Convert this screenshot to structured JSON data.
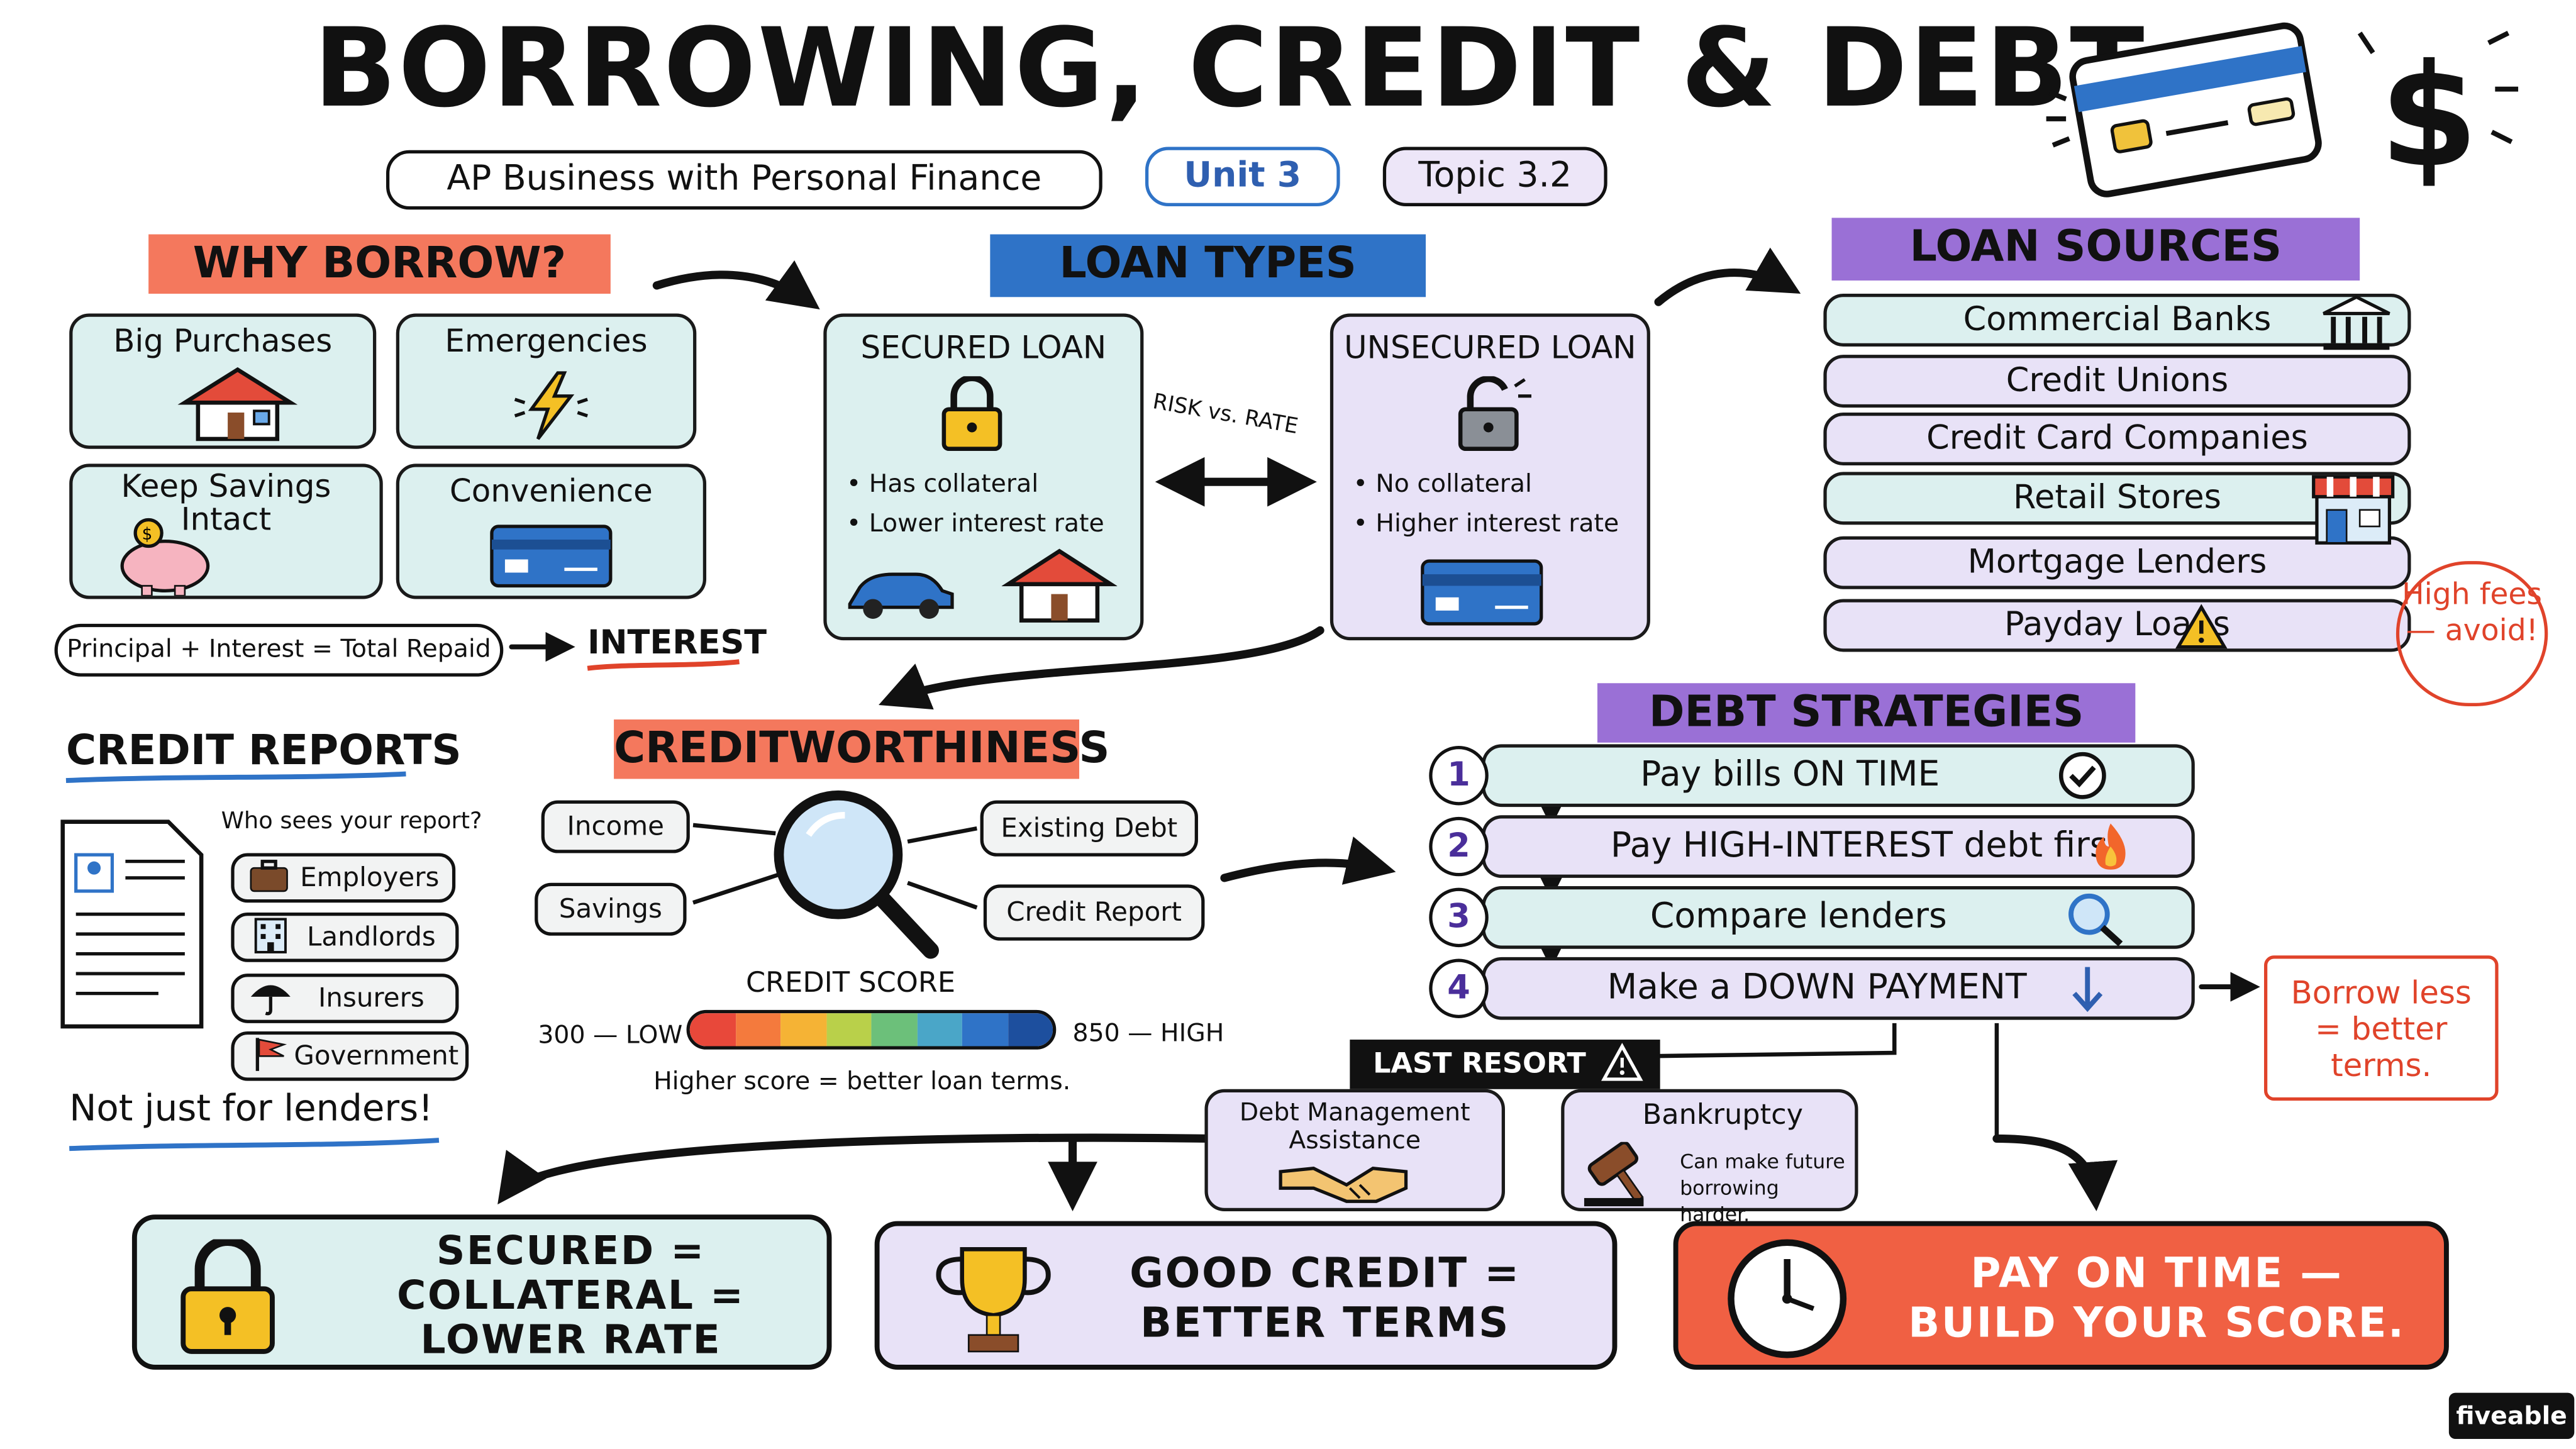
{
  "header": {
    "title": "BORROWING, CREDIT & DEBT",
    "course": "AP Business with Personal Finance",
    "unit": "Unit 3",
    "topic": "Topic 3.2"
  },
  "why_borrow": {
    "heading": "WHY BORROW?",
    "reasons": [
      "Big Purchases",
      "Emergencies",
      "Keep Savings Intact",
      "Convenience"
    ],
    "formula": "Principal + Interest = Total Repaid",
    "result": "INTEREST"
  },
  "loan_types": {
    "heading": "LOAN TYPES",
    "secured": {
      "title": "SECURED LOAN",
      "points": [
        "Has collateral",
        "Lower interest rate"
      ]
    },
    "unsecured": {
      "title": "UNSECURED LOAN",
      "points": [
        "No collateral",
        "Higher interest rate"
      ]
    },
    "comparison": "RISK vs. RATE"
  },
  "loan_sources": {
    "heading": "LOAN SOURCES",
    "items": [
      "Commercial Banks",
      "Credit Unions",
      "Credit Card Companies",
      "Retail Stores",
      "Mortgage Lenders",
      "Payday Loans"
    ],
    "warning": "High fees — avoid!"
  },
  "credit_reports": {
    "heading": "CREDIT REPORTS",
    "question": "Who sees your report?",
    "viewers": [
      "Employers",
      "Landlords",
      "Insurers",
      "Government"
    ],
    "note": "Not just for lenders!"
  },
  "creditworthiness": {
    "heading": "CREDITWORTHINESS",
    "factors": [
      "Income",
      "Savings",
      "Existing Debt",
      "Credit Report"
    ],
    "score_label": "CREDIT SCORE",
    "low": "300 — LOW",
    "high": "850 — HIGH",
    "caption": "Higher score = better loan terms."
  },
  "debt_strategies": {
    "heading": "DEBT STRATEGIES",
    "steps": [
      {
        "n": "1",
        "text": "Pay bills ON TIME"
      },
      {
        "n": "2",
        "text": "Pay HIGH-INTEREST debt first"
      },
      {
        "n": "3",
        "text": "Compare lenders"
      },
      {
        "n": "4",
        "text": "Make a DOWN PAYMENT"
      }
    ],
    "down_payment_note": "Borrow less = better terms."
  },
  "last_resort": {
    "label": "LAST RESORT",
    "dma": "Debt Management Assistance",
    "bankruptcy": "Bankruptcy",
    "bankruptcy_note": "Can make future borrowing harder."
  },
  "takeaways": [
    "SECURED = COLLATERAL = LOWER RATE",
    "GOOD CREDIT = BETTER TERMS",
    "PAY ON TIME — BUILD YOUR SCORE."
  ],
  "brand": "fiveable",
  "colors": {
    "banner_red": "#f4785d",
    "banner_blue": "#2f73c7",
    "banner_purple": "#9a70d6",
    "mint": "#dcf0ef",
    "lavender": "#e8e2f7",
    "alert_red": "#e0432a"
  }
}
